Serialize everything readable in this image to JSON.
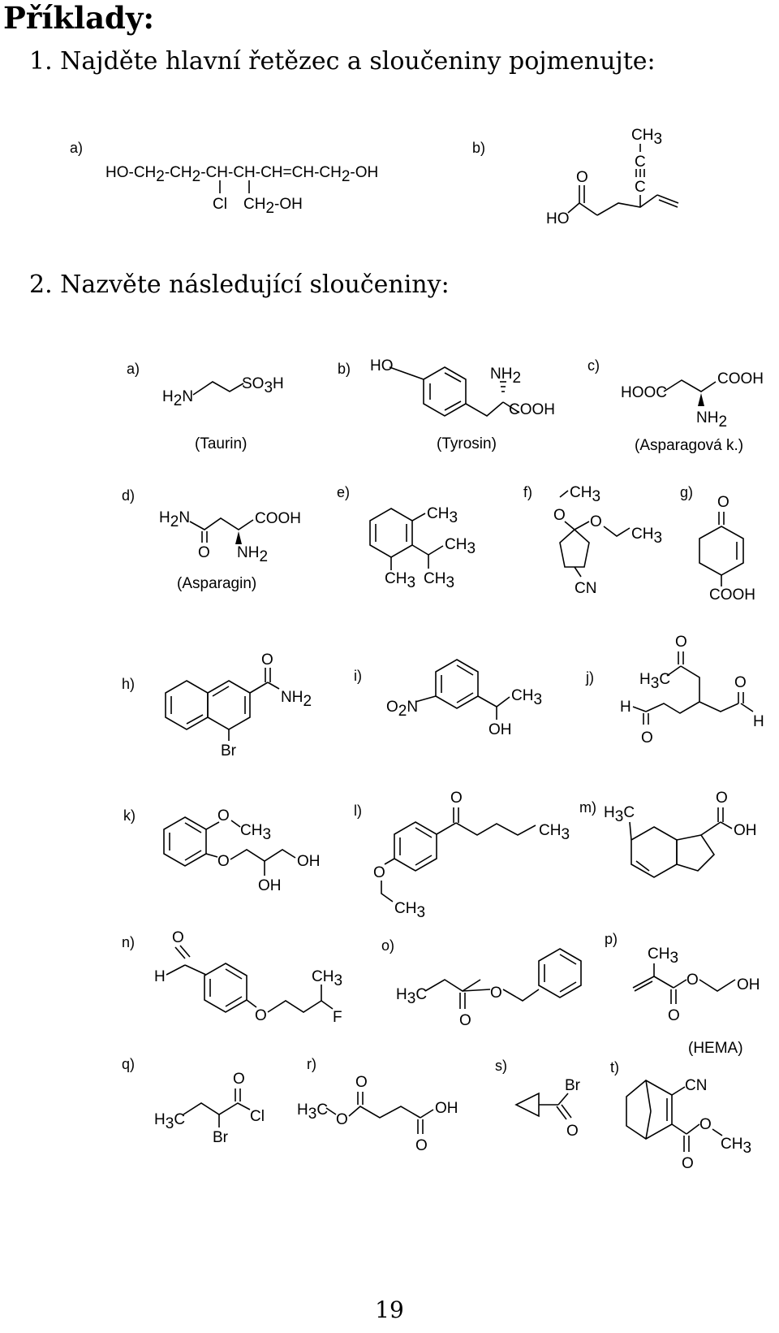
{
  "page": {
    "title": "Příklady:",
    "page_number": "19"
  },
  "tasks": [
    {
      "number": "1.",
      "text": "Najděte hlavní řetězec a sloučeniny pojmenujte:"
    },
    {
      "number": "2.",
      "text": "Nazvěte následující sloučeniny:"
    }
  ],
  "task1": {
    "a": {
      "label": "a)",
      "chain": "HO-CH2-CH2-CH-CH-CH=CH-CH2-OH",
      "substituents": [
        "Cl",
        "CH2-OH"
      ]
    },
    "b": {
      "label": "b)",
      "atoms": [
        "CH3",
        "C",
        "C",
        "O",
        "HO"
      ]
    }
  },
  "task2": {
    "a": {
      "label": "a)",
      "name": "(Taurin)",
      "atoms": [
        "H2N",
        "SO3H"
      ]
    },
    "b": {
      "label": "b)",
      "name": "(Tyrosin)",
      "atoms": [
        "HO",
        "NH2",
        "COOH"
      ]
    },
    "c": {
      "label": "c)",
      "name": "(Asparagová k.)",
      "atoms": [
        "HOOC",
        "COOH",
        "NH2"
      ]
    },
    "d": {
      "label": "d)",
      "name": "(Asparagin)",
      "atoms": [
        "H2N",
        "COOH",
        "O",
        "NH2"
      ]
    },
    "e": {
      "label": "e)",
      "atoms": [
        "CH3",
        "CH3",
        "CH3",
        "CH3"
      ]
    },
    "f": {
      "label": "f)",
      "atoms": [
        "CH3",
        "O",
        "O",
        "CH3",
        "CN"
      ]
    },
    "g": {
      "label": "g)",
      "atoms": [
        "O",
        "COOH"
      ]
    },
    "h": {
      "label": "h)",
      "atoms": [
        "O",
        "NH2",
        "Br"
      ]
    },
    "i": {
      "label": "i)",
      "atoms": [
        "O2N",
        "CH3",
        "OH"
      ]
    },
    "j": {
      "label": "j)",
      "atoms": [
        "O",
        "H3C",
        "O",
        "H",
        "H",
        "O"
      ]
    },
    "k": {
      "label": "k)",
      "atoms": [
        "O",
        "CH3",
        "O",
        "OH",
        "OH"
      ]
    },
    "l": {
      "label": "l)",
      "atoms": [
        "O",
        "CH3",
        "O",
        "CH3"
      ]
    },
    "m": {
      "label": "m)",
      "atoms": [
        "H3C",
        "O",
        "OH"
      ]
    },
    "n": {
      "label": "n)",
      "atoms": [
        "O",
        "H",
        "CH3",
        "O",
        "F"
      ]
    },
    "o": {
      "label": "o)",
      "atoms": [
        "H3C",
        "O",
        "O"
      ]
    },
    "p": {
      "label": "p)",
      "name": "(HEMA)",
      "atoms": [
        "CH3",
        "O",
        "OH",
        "O"
      ]
    },
    "q": {
      "label": "q)",
      "atoms": [
        "O",
        "H3C",
        "Cl",
        "Br"
      ]
    },
    "r": {
      "label": "r)",
      "atoms": [
        "O",
        "H3C",
        "O",
        "OH",
        "O"
      ]
    },
    "s": {
      "label": "s)",
      "atoms": [
        "Br",
        "O"
      ]
    },
    "t": {
      "label": "t)",
      "atoms": [
        "CN",
        "O",
        "CH3",
        "O"
      ]
    }
  }
}
